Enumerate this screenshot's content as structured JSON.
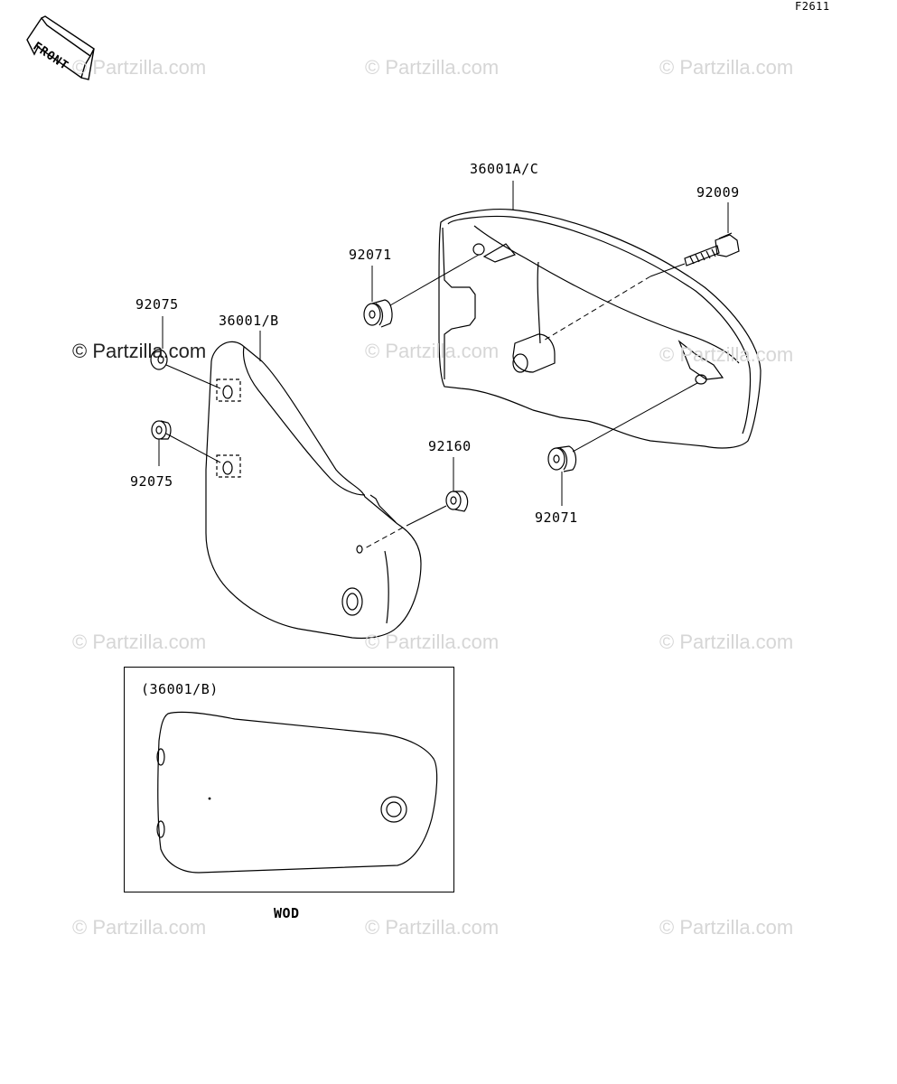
{
  "figure_code": "F2611",
  "front_label": "FRONT",
  "watermarks": {
    "text": "© Partzilla.com",
    "text_dark": "© Partzilla.com"
  },
  "parts": {
    "cover_right": "36001A/C",
    "cover_left": "36001/B",
    "bolt": "92009",
    "grommet_top": "92071",
    "grommet_bottom": "92071",
    "grommet_left_top": "92075",
    "grommet_left_bottom": "92075",
    "washer": "92160"
  },
  "inset": {
    "title": "(36001/B)",
    "caption": "WOD"
  },
  "colors": {
    "line": "#000000",
    "watermark": "#d6d6d6"
  }
}
